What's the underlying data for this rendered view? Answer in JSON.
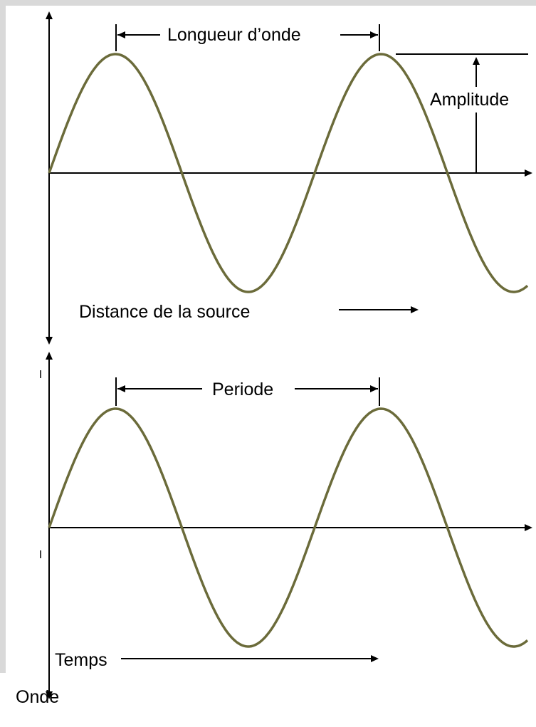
{
  "colors": {
    "wave": "#6b6b3a",
    "axis": "#000000",
    "border": "#d9d9d9",
    "background": "#ffffff"
  },
  "top_panel": {
    "wavelength_label": "Longueur d’onde",
    "amplitude_label": "Amplitude",
    "distance_label": "Distance de la source"
  },
  "bottom_panel": {
    "period_label": "Periode",
    "time_label": "Temps"
  },
  "caption": "Onde"
}
